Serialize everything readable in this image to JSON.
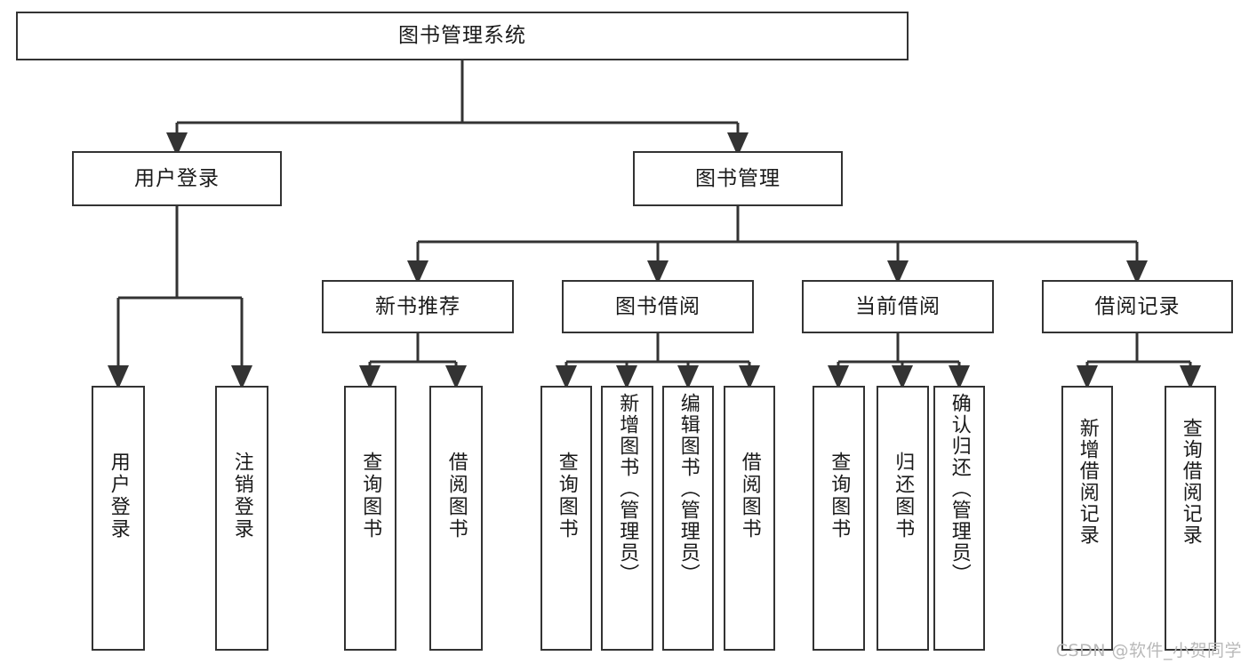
{
  "diagram": {
    "title": "图书管理系统",
    "type": "tree-hierarchy-diagram",
    "colors": {
      "box_border": "#333333",
      "box_fill": "#ffffff",
      "edge": "#333333",
      "text": "#1a1a1a",
      "watermark": "#b9b9b9"
    },
    "nodes": {
      "root": {
        "label": "图书管理系统"
      },
      "level2": [
        {
          "id": "user-login",
          "label": "用户登录"
        },
        {
          "id": "book-management",
          "label": "图书管理"
        }
      ],
      "level3": [
        {
          "id": "new-book-recommend",
          "label": "新书推荐"
        },
        {
          "id": "book-borrow",
          "label": "图书借阅"
        },
        {
          "id": "current-borrow",
          "label": "当前借阅"
        },
        {
          "id": "borrow-record",
          "label": "借阅记录"
        }
      ],
      "leaves": {
        "user_login": [
          {
            "id": "leaf-user-login",
            "label": "用户登录"
          },
          {
            "id": "leaf-logout-login",
            "label": "注销登录"
          }
        ],
        "new_book_recommend": [
          {
            "id": "leaf-query-book-1",
            "label": "查询图书"
          },
          {
            "id": "leaf-borrow-book-1",
            "label": "借阅图书"
          }
        ],
        "book_borrow": [
          {
            "id": "leaf-query-book-2",
            "label": "查询图书"
          },
          {
            "id": "leaf-add-book",
            "label": "新增图书（管理员）"
          },
          {
            "id": "leaf-edit-book",
            "label": "编辑图书（管理员）"
          },
          {
            "id": "leaf-borrow-book-2",
            "label": "借阅图书"
          }
        ],
        "current_borrow": [
          {
            "id": "leaf-query-book-3",
            "label": "查询图书"
          },
          {
            "id": "leaf-return-book",
            "label": "归还图书"
          },
          {
            "id": "leaf-confirm-return",
            "label": "确认归还（管理员）"
          }
        ],
        "borrow_record": [
          {
            "id": "leaf-add-borrow-record",
            "label": "新增借阅记录"
          },
          {
            "id": "leaf-query-borrow-record",
            "label": "查询借阅记录"
          }
        ]
      }
    },
    "watermark": "CSDN @软件_小贺同学"
  }
}
